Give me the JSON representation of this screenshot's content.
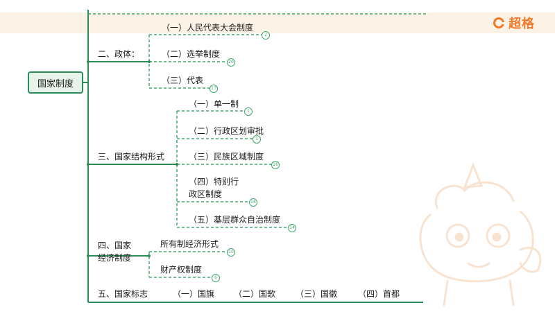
{
  "brand": {
    "name": "超格",
    "icon": "logo-mark-icon",
    "color": "#f07a2a"
  },
  "root": {
    "label": "国家制度"
  },
  "branches": {
    "zhengti": {
      "label": "二、政体：",
      "items": [
        {
          "label": "（一）人民代表大会制度",
          "count": "2"
        },
        {
          "label": "（二）选举制度",
          "count": "20"
        },
        {
          "label": "（三）代表",
          "count": "17"
        }
      ]
    },
    "jiegou": {
      "label": "三、国家结构形式",
      "items": [
        {
          "label": "（一）单一制",
          "count": "1"
        },
        {
          "label": "（二）行政区划审批",
          "count": "1"
        },
        {
          "label": "（三）民族区域制度",
          "count": "16"
        },
        {
          "label_line1": "（四）特别行",
          "label_line2": "政区制度",
          "count": "18"
        },
        {
          "label": "（五）基层群众自治制度",
          "count": "14"
        }
      ]
    },
    "jingji": {
      "label_line1": "四、国家",
      "label_line2": "经济制度",
      "items": [
        {
          "label": "所有制经济形式",
          "count": "10"
        },
        {
          "label": "财产权制度",
          "count": "6"
        }
      ]
    },
    "biaozhi": {
      "label": "五、国家标志",
      "items": [
        {
          "label": "（一）国旗"
        },
        {
          "label": "（二）国歌"
        },
        {
          "label": "（三）国徽"
        },
        {
          "label": "（四）首都"
        }
      ]
    }
  },
  "colors": {
    "line": "#2d8b58",
    "dash": "#42a86b",
    "root_fill": "#e6f3ea",
    "band": "#fdf2e6"
  },
  "mascot": {
    "icon": "unicorn-mascot-icon"
  }
}
